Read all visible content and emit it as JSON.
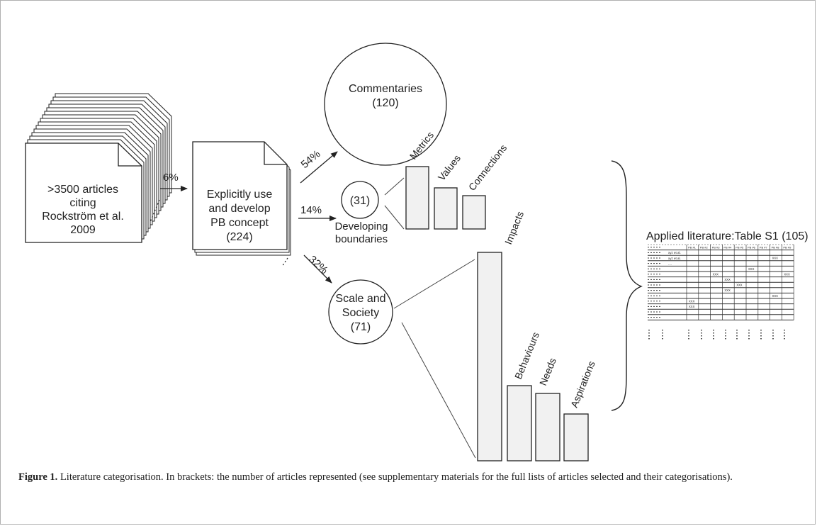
{
  "source_box": {
    "lines": [
      ">3500 articles",
      "citing",
      "Rockström et al.",
      "2009"
    ]
  },
  "arrow_main": {
    "percent": "6%"
  },
  "pb_box": {
    "lines": [
      "Explicitly use",
      "and develop",
      "PB concept",
      "(224)"
    ]
  },
  "branch_commentaries": {
    "percent": "54%",
    "label": "Commentaries",
    "count": "(120)"
  },
  "branch_developing": {
    "percent": "14%",
    "count": "(31)",
    "label_lines": [
      "Developing",
      "boundaries"
    ],
    "bars": [
      "Metrics",
      "Values",
      "Connections"
    ]
  },
  "branch_scale": {
    "percent": "32%",
    "label_lines": [
      "Scale and",
      "Society",
      "(71)"
    ],
    "bars": [
      "Impacts",
      "Behaviours",
      "Needs",
      "Aspirations"
    ]
  },
  "applied_table": {
    "title": "Applied literature:Table S1 (105)",
    "columns": [
      "PB #1",
      "PB #2",
      "PB #3",
      "PB #4",
      "PB #5",
      "PB #6",
      "PB #7",
      "PB #8",
      "PB #9"
    ],
    "row_labels": [
      "xyz et al.",
      "xyz et al.",
      "...."
    ],
    "cell_mark": "XXX"
  },
  "caption": {
    "label": "Figure 1.",
    "text": " Literature categorisation. In brackets: the number of articles represented (see supplementary materials for the full lists of articles selected and their categorisations)."
  }
}
